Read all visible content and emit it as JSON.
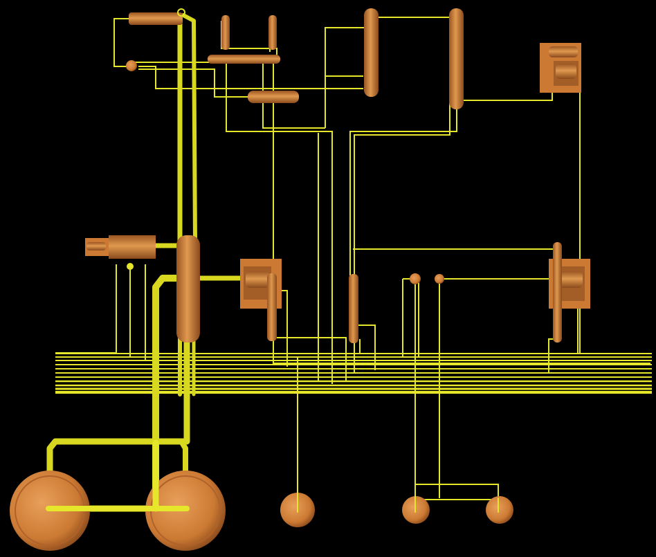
{
  "scene": {
    "background": "#000000",
    "colors": {
      "pipe": "#e6e62a",
      "pipe_dark": "#b3b300",
      "equipment": "#cc7a33",
      "equipment_light": "#e09a55",
      "equipment_dark": "#8f4f1f"
    },
    "equipment_types": [
      "column",
      "drum",
      "heat-exchanger",
      "spherical-tank",
      "pump",
      "header-bundle"
    ],
    "labels": []
  }
}
